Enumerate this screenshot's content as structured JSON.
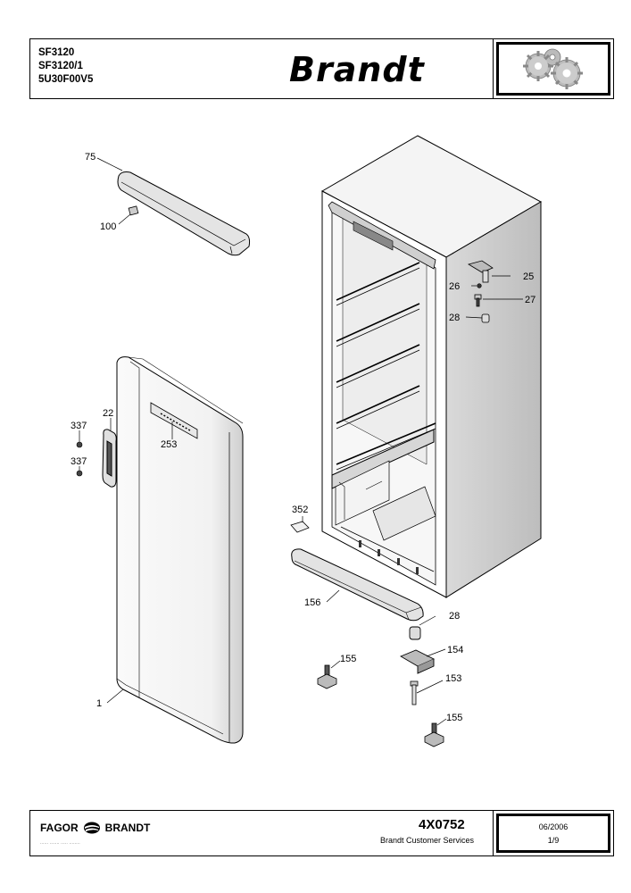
{
  "header": {
    "models": [
      "SF3120",
      "SF3120/1",
      "5U30F00V5"
    ],
    "brand": "Brandt",
    "logo_icon": "gears-icon"
  },
  "callouts": {
    "p75": "75",
    "p100": "100",
    "p22": "22",
    "p337a": "337",
    "p337b": "337",
    "p253": "253",
    "p1": "1",
    "p25": "25",
    "p26": "26",
    "p27": "27",
    "p28a": "28",
    "p352": "352",
    "p156": "156",
    "p28b": "28",
    "p154": "154",
    "p155a": "155",
    "p153": "153",
    "p155b": "155"
  },
  "footer": {
    "company": "FAGOR",
    "company2": "BRANDT",
    "tagline": "...... ....... ..... ........",
    "doc_code": "4X0752",
    "doc_subtitle": "Brandt Customer Services",
    "date": "06/2006",
    "page": "1/9"
  }
}
